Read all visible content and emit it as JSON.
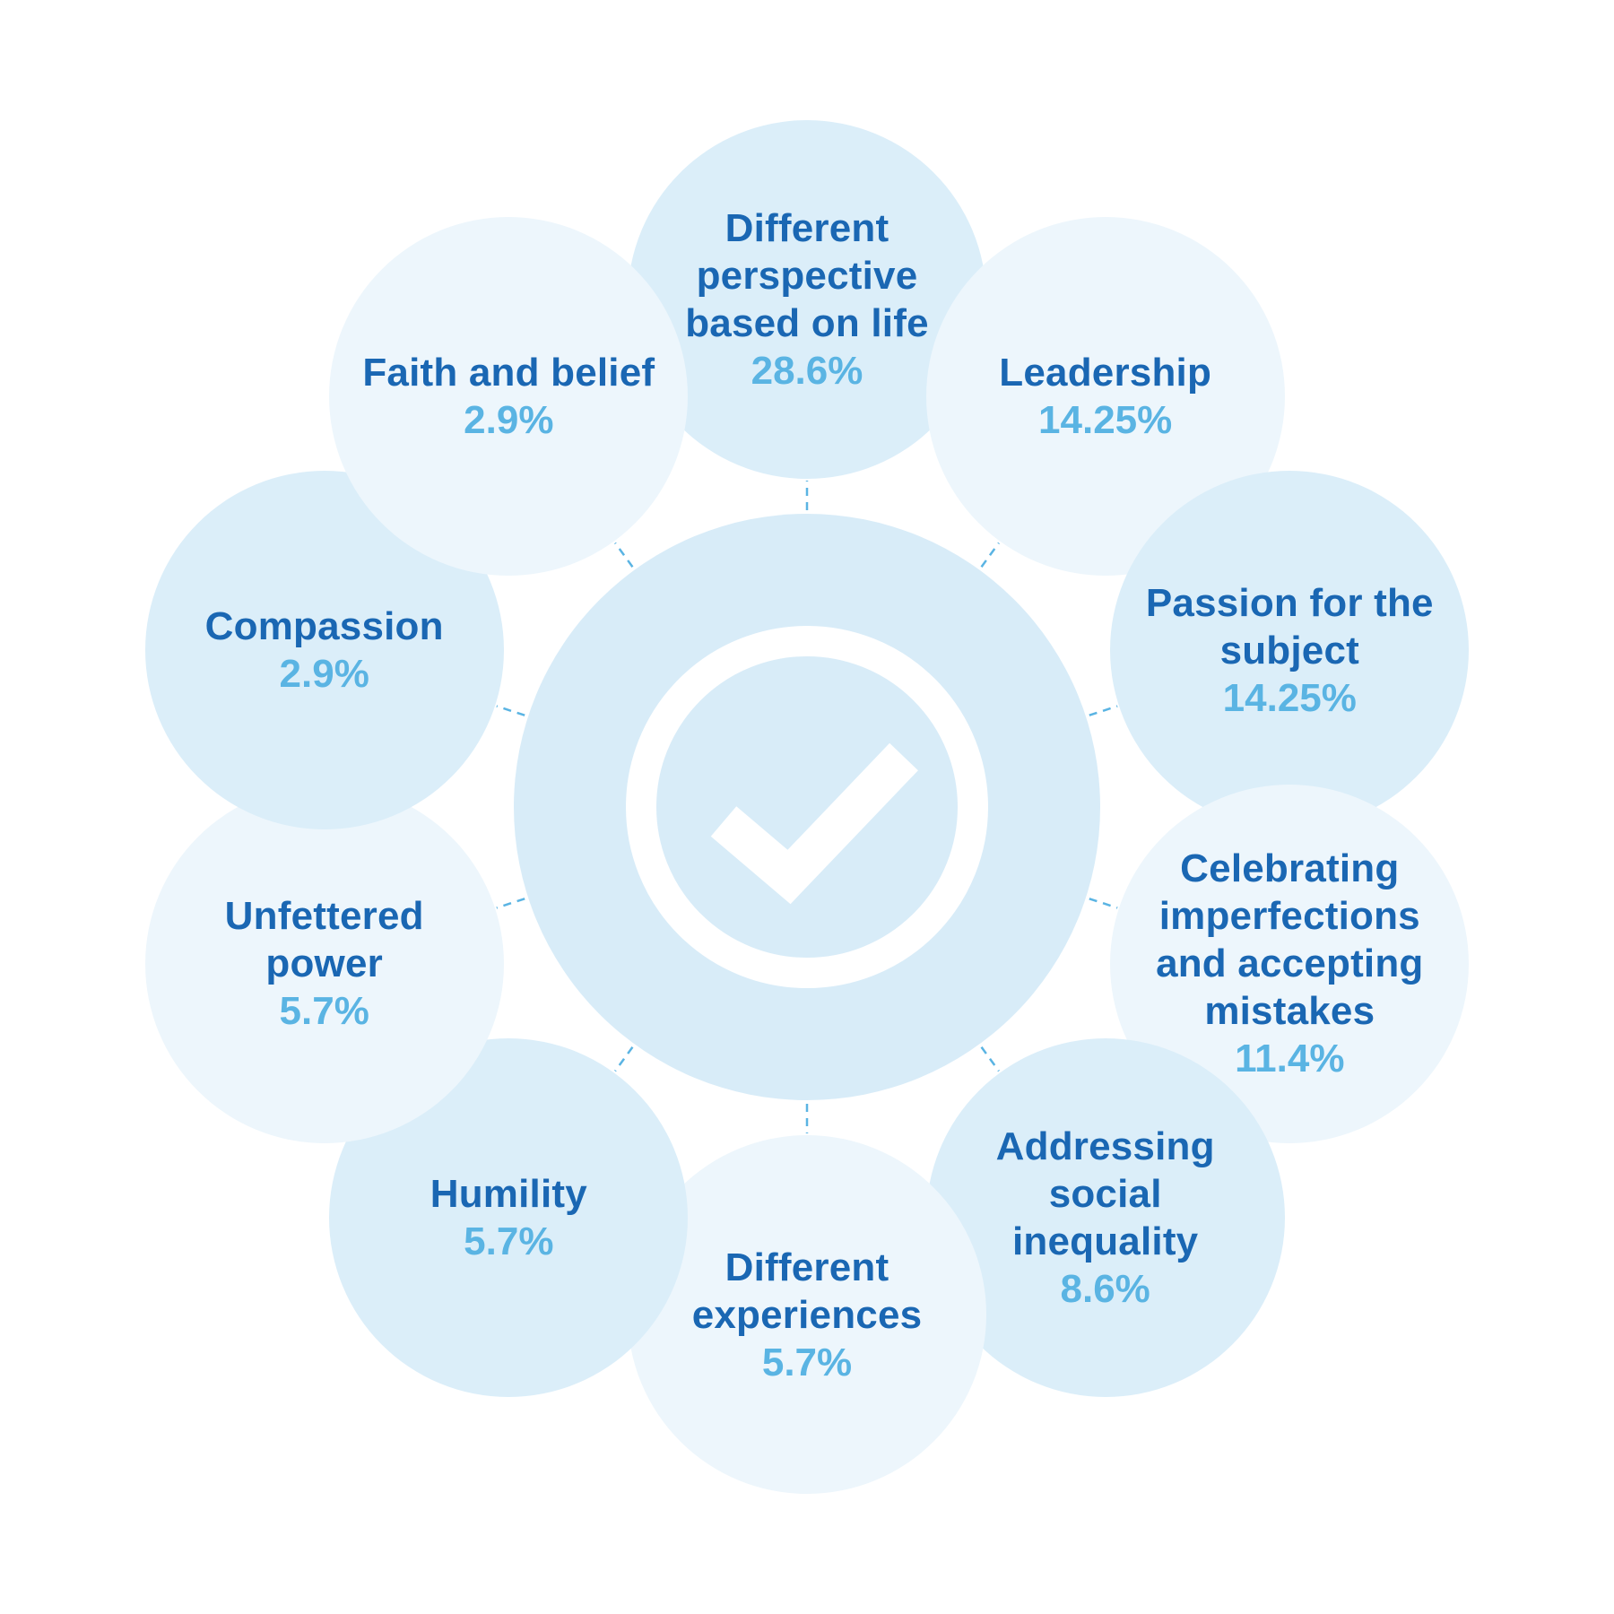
{
  "colors": {
    "label_text": "#1a67b3",
    "value_text": "#5ab4e3",
    "node_light": "#edf6fc",
    "node_mid": "#dbeef9",
    "hub": "#d8ecf8",
    "connector": "#5ab4e3",
    "check": "#ffffff"
  },
  "hub": {
    "icon": "check-circle-icon"
  },
  "nodes": [
    {
      "id": "different-perspective",
      "label": "Different perspective based on life",
      "value": "28.6%"
    },
    {
      "id": "leadership",
      "label": "Leadership",
      "value": "14.25%"
    },
    {
      "id": "passion-for-subject",
      "label": "Passion for the subject",
      "value": "14.25%"
    },
    {
      "id": "celebrating-imperfections",
      "label": "Celebrating imperfections and accepting mistakes",
      "value": "11.4%"
    },
    {
      "id": "addressing-social-inequality",
      "label": "Addressing social inequality",
      "value": "8.6%"
    },
    {
      "id": "different-experiences",
      "label": "Different experiences",
      "value": "5.7%"
    },
    {
      "id": "humility",
      "label": "Humility",
      "value": "5.7%"
    },
    {
      "id": "unfettered-power",
      "label": "Unfettered power",
      "value": "5.7%"
    },
    {
      "id": "compassion",
      "label": "Compassion",
      "value": "2.9%"
    },
    {
      "id": "faith-and-belief",
      "label": "Faith and belief",
      "value": "2.9%"
    }
  ]
}
